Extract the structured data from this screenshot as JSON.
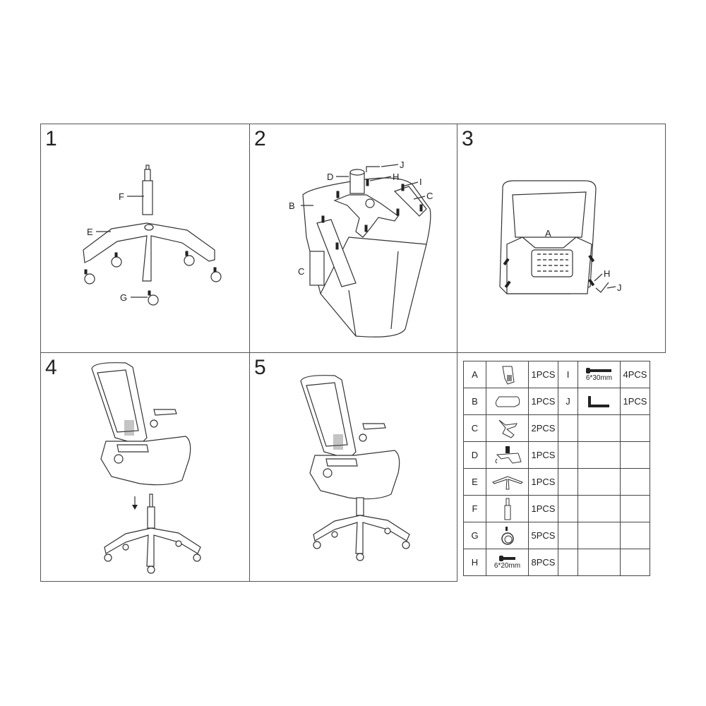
{
  "steps": [
    {
      "number": "1",
      "labels": {
        "F": "F",
        "E": "E",
        "G": "G"
      }
    },
    {
      "number": "2",
      "labels": {
        "D": "D",
        "J": "J",
        "H": "H",
        "I": "I",
        "B": "B",
        "C1": "C",
        "C2": "C"
      }
    },
    {
      "number": "3",
      "labels": {
        "A": "A",
        "H": "H",
        "J": "J"
      }
    },
    {
      "number": "4",
      "labels": {}
    },
    {
      "number": "5",
      "labels": {}
    }
  ],
  "parts_table": {
    "rows": [
      {
        "letter": "A",
        "icon": "backrest-icon",
        "qty": "1PCS",
        "letter2": "I",
        "icon2": "bolt-icon",
        "dim2": "6*30mm",
        "qty2": "4PCS"
      },
      {
        "letter": "B",
        "icon": "seat-icon",
        "qty": "1PCS",
        "letter2": "J",
        "icon2": "allen-key-icon",
        "dim2": "",
        "qty2": "1PCS"
      },
      {
        "letter": "C",
        "icon": "armrest-icon",
        "qty": "2PCS"
      },
      {
        "letter": "D",
        "icon": "mechanism-icon",
        "qty": "1PCS"
      },
      {
        "letter": "E",
        "icon": "base-icon",
        "qty": "1PCS"
      },
      {
        "letter": "F",
        "icon": "gas-lift-icon",
        "qty": "1PCS"
      },
      {
        "letter": "G",
        "icon": "caster-icon",
        "qty": "5PCS"
      },
      {
        "letter": "H",
        "icon": "bolt-icon",
        "dim": "6*20mm",
        "qty": "8PCS"
      }
    ]
  }
}
